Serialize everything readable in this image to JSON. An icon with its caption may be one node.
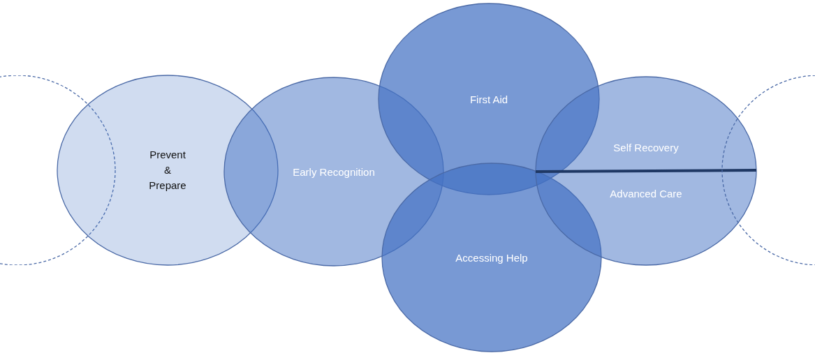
{
  "diagram": {
    "nodes": [
      {
        "text": [],
        "shape": "circle"
      },
      {
        "text": [
          "Prevent & Prepare"
        ]
      },
      {
        "text": [
          "Early Recognition"
        ]
      },
      {
        "text": [
          "First Aid"
        ]
      },
      {
        "text": [
          "Accessing Help"
        ]
      },
      {
        "text": [
          "Self Recovery",
          "Advanced Care"
        ]
      },
      {
        "text": [],
        "shape": "circle"
      }
    ],
    "edges": []
  }
}
